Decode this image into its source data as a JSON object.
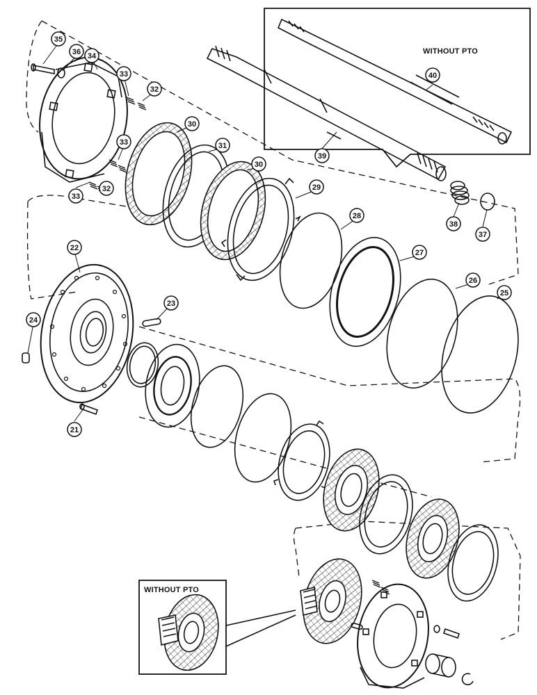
{
  "insets": {
    "top_right_label": "WITHOUT PTO",
    "bottom_left_label": "WITHOUT PTO"
  },
  "callouts": [
    "21",
    "22",
    "23",
    "24",
    "25",
    "26",
    "27",
    "28",
    "29",
    "30",
    "30",
    "31",
    "32",
    "32",
    "33",
    "33",
    "33",
    "34",
    "35",
    "36",
    "37",
    "38",
    "39",
    "40"
  ]
}
